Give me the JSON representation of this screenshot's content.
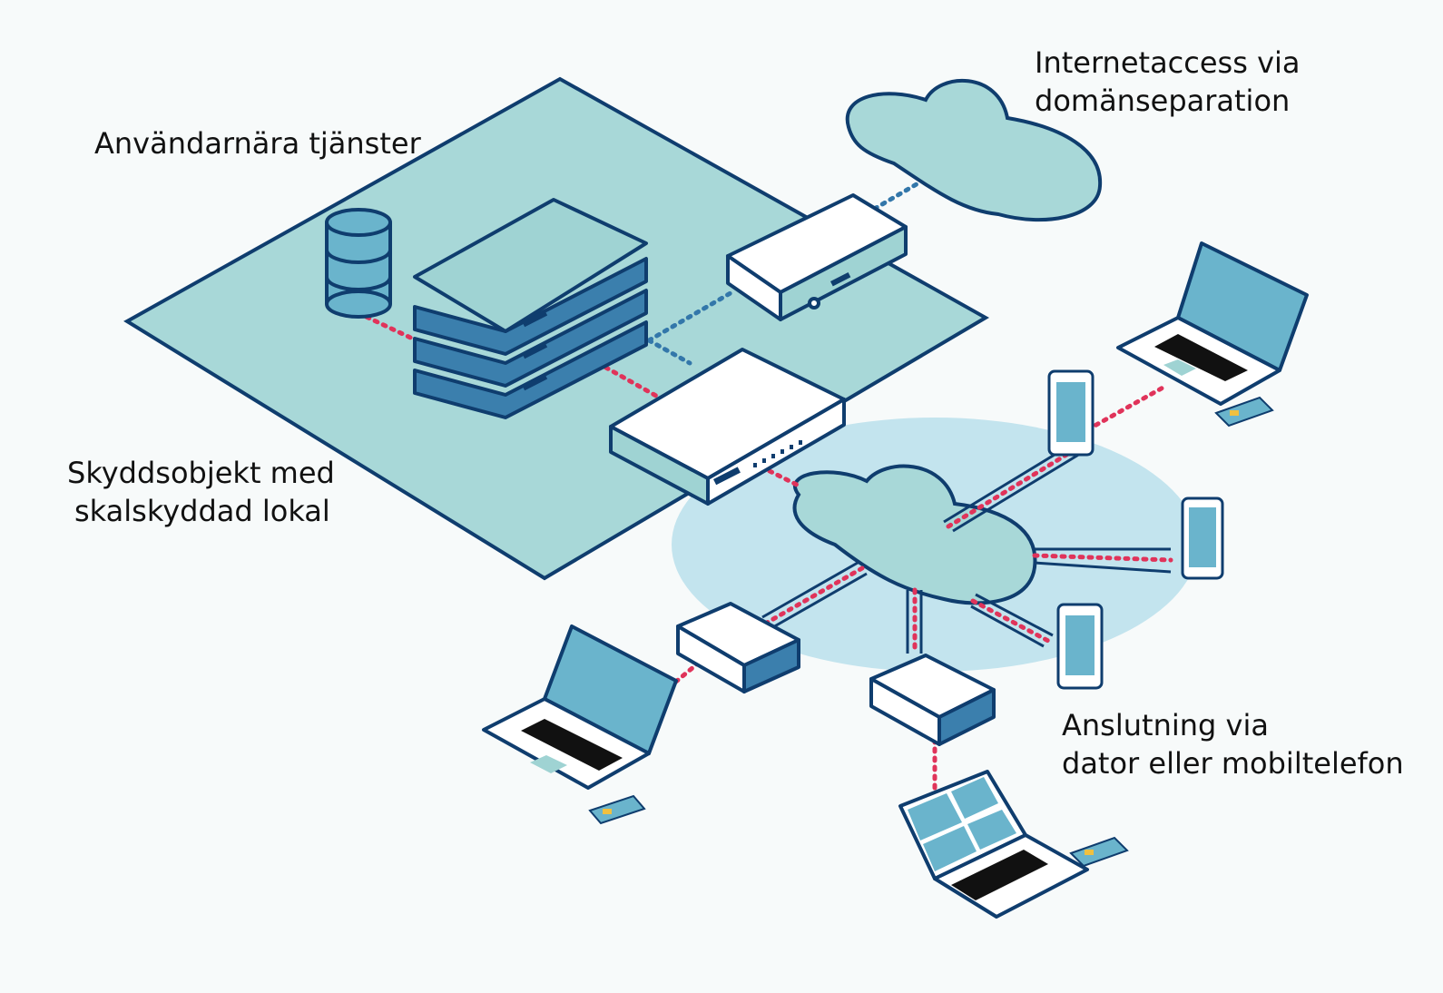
{
  "labels": {
    "services": "Användarnära tjänster",
    "internet_line1": "Internetaccess via",
    "internet_line2": "domänseparation",
    "protected_line1": "Skyddsobjekt med",
    "protected_line2": "skalskyddad lokal",
    "connect_line1": "Anslutning via",
    "connect_line2": "dator eller mobiltelefon"
  },
  "colors": {
    "outline": "#0f3d6e",
    "platform": "#a8d8d8",
    "cloud": "#a8d8d8",
    "halo": "#c3e4ee",
    "server_blue": "#3b7fad",
    "server_top": "#9fd3d3",
    "screen": "#6ab4cc",
    "red_link": "#e0335a",
    "blue_link": "#3377aa"
  },
  "icons": [
    "database-icon",
    "server-stack-icon",
    "router-icon",
    "cloud-icon",
    "laptop-icon",
    "tablet-icon",
    "smart-card-icon",
    "vpn-box-icon"
  ]
}
